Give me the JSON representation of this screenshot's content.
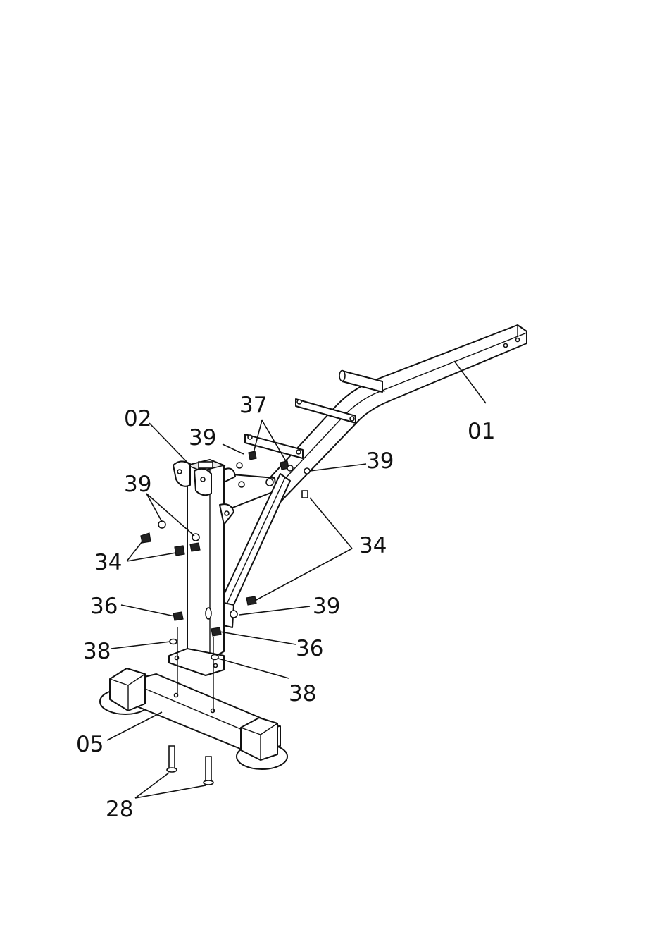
{
  "diagram": {
    "labels": {
      "frame_main": "01",
      "upright_post": "02",
      "base_foot": "05",
      "carriage_bolts": "28",
      "bolts_left": "34",
      "bolts_right": "34",
      "nut_left": "36",
      "nut_right": "36",
      "bracket_plate": "37",
      "washer_left_low": "38",
      "washer_right_low": "38",
      "washer_top": "39",
      "washer_left_mid": "39",
      "washer_right_top": "39",
      "washer_right_mid": "39"
    },
    "colors": {
      "ink": "#111111",
      "paper": "#ffffff"
    }
  }
}
